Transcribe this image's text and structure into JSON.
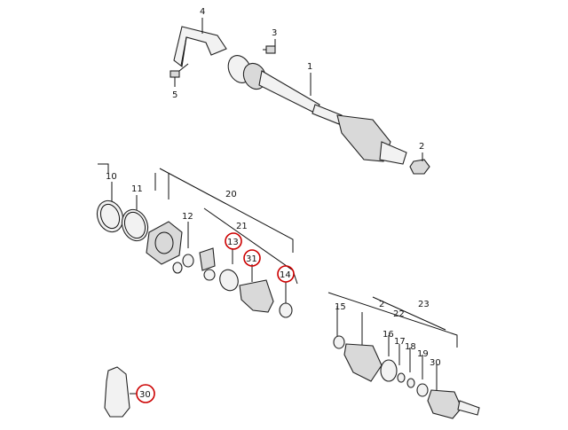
{
  "diagram": {
    "callouts": [
      {
        "id": "c1",
        "label": "1",
        "highlighted": false
      },
      {
        "id": "c2",
        "label": "2",
        "highlighted": false
      },
      {
        "id": "c3",
        "label": "3",
        "highlighted": false
      },
      {
        "id": "c4",
        "label": "4",
        "highlighted": false
      },
      {
        "id": "c5",
        "label": "5",
        "highlighted": false
      },
      {
        "id": "c10",
        "label": "10",
        "highlighted": false
      },
      {
        "id": "c11",
        "label": "11",
        "highlighted": false
      },
      {
        "id": "c12",
        "label": "12",
        "highlighted": false
      },
      {
        "id": "c13",
        "label": "13",
        "highlighted": true
      },
      {
        "id": "c14",
        "label": "14",
        "highlighted": true
      },
      {
        "id": "c20",
        "label": "20",
        "highlighted": false
      },
      {
        "id": "c21",
        "label": "21",
        "highlighted": false
      },
      {
        "id": "c31",
        "label": "31",
        "highlighted": true
      },
      {
        "id": "c15",
        "label": "15",
        "highlighted": false
      },
      {
        "id": "c2b",
        "label": "2",
        "highlighted": false
      },
      {
        "id": "c22",
        "label": "22",
        "highlighted": false
      },
      {
        "id": "c23",
        "label": "23",
        "highlighted": false
      },
      {
        "id": "c16",
        "label": "16",
        "highlighted": false
      },
      {
        "id": "c17",
        "label": "17",
        "highlighted": false
      },
      {
        "id": "c18",
        "label": "18",
        "highlighted": false
      },
      {
        "id": "c19",
        "label": "19",
        "highlighted": false
      },
      {
        "id": "c30a",
        "label": "30",
        "highlighted": false
      },
      {
        "id": "c30b",
        "label": "30",
        "highlighted": true
      }
    ],
    "highlight_color": "#cc0000",
    "line_color": "#111111"
  }
}
